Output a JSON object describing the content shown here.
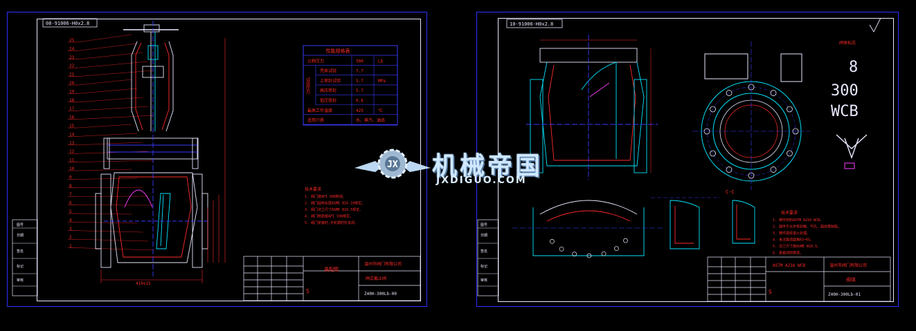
{
  "left_sheet": {
    "code": "08-91006-H0x2.8",
    "part_numbers": [
      "25",
      "24",
      "23",
      "22",
      "21",
      "20",
      "19",
      "18",
      "17",
      "16",
      "15",
      "14",
      "13",
      "12",
      "11",
      "10",
      "9",
      "8",
      "7",
      "6",
      "5",
      "4",
      "3",
      "2",
      "1"
    ],
    "spec_table": {
      "title": "性能规格表",
      "rows": [
        {
          "label": "公称压力",
          "value": "300",
          "unit": "Lb"
        },
        {
          "label": "壳体试验",
          "value": "7.7",
          "unit": ""
        },
        {
          "label": "上密封试验",
          "value": "5.7",
          "unit": "MPa"
        },
        {
          "label": "高压密封",
          "value": "5.7",
          "unit": ""
        },
        {
          "label": "低压密封",
          "value": "0.6",
          "unit": ""
        },
        {
          "label": "最高工作温度",
          "value": "425",
          "unit": "℃"
        },
        {
          "label": "适用介质",
          "value": "水、蒸汽、油品",
          "unit": ""
        }
      ],
      "side_label": "试验压力"
    },
    "notes_title": "技术要求",
    "notes": [
      "1. 阀门按API 600制造。",
      "2. 阀门结构长度ASME B16.10规定。",
      "3. 阀门法兰尺寸ASME B16.5规定。",
      "4. 阀门检验按API 598规定。",
      "5. 阀门安装时,手轮顺时针关闭。"
    ],
    "dim_bottom": "419±15",
    "title_block": {
      "drawing_name": "装配图",
      "company": "温州市阀门有限公司",
      "product": "闸式截止阀",
      "drawing_no": "Z40H-300Lb-00",
      "mark": "S"
    },
    "side_tabs": [
      "图号",
      "日期",
      "签名",
      "标记",
      "审核"
    ]
  },
  "right_sheet": {
    "code": "10-91006-H0x2.8",
    "marking_title": "阀体标志",
    "marking_lines": [
      "8",
      "300",
      "WCB"
    ],
    "section_label": "C-C",
    "notes_title": "技术要求",
    "notes": [
      "1. 铸件材料ASTM A216 WCB。",
      "2. 铸件不允许有砂眼、气孔、裂纹等缺陷。",
      "3. 铸件需经退火处理。",
      "4. 未注铸造圆角R3~R5。",
      "5. 法兰尺寸按ASME B16.5。",
      "6. 表面涂防锈漆。"
    ],
    "title_block": {
      "material": "ASTM A216 WCB",
      "company": "温州市阀门有限公司",
      "part_name": "阀体",
      "drawing_no": "Z40H-300Lb-01",
      "mark": "S"
    },
    "side_tabs": [
      "图号",
      "日期",
      "签名",
      "标记",
      "审核"
    ]
  },
  "watermark": {
    "name": "机械帝国",
    "url": "JXDIGUO.COM"
  },
  "colors": {
    "background": "#000000",
    "sheet_border": "#2f2fff",
    "drawing_white": "#e8e8ff",
    "drawing_cyan": "#00e5ff",
    "drawing_red": "#ff2a2a",
    "drawing_magenta": "#ff3cff",
    "drawing_blue": "#3a3aff"
  }
}
